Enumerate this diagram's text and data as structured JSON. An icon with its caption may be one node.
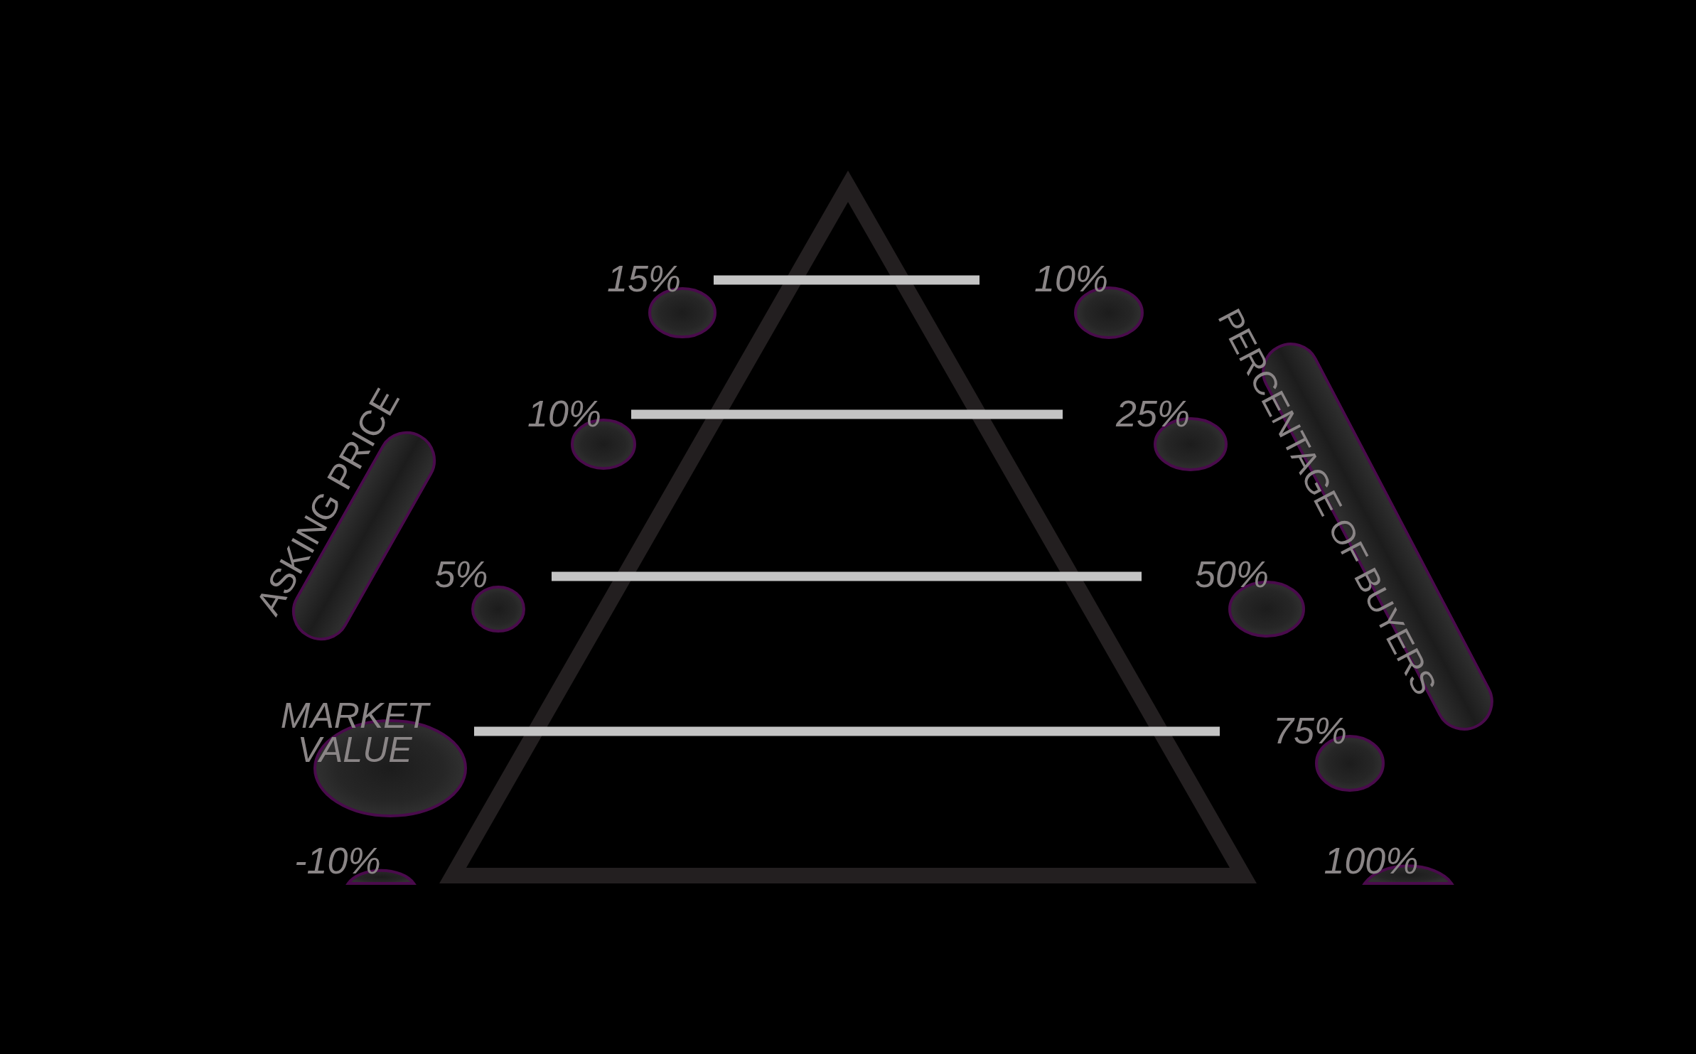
{
  "diagram": {
    "labels": [
      "15%",
      "10%",
      "10%",
      "25%",
      "ASKING PRICE",
      "PERCENTAGE OF BUYERS",
      "5%",
      "50%",
      "MARKET VALUE",
      "75%",
      "-10%",
      "100%"
    ]
  }
}
